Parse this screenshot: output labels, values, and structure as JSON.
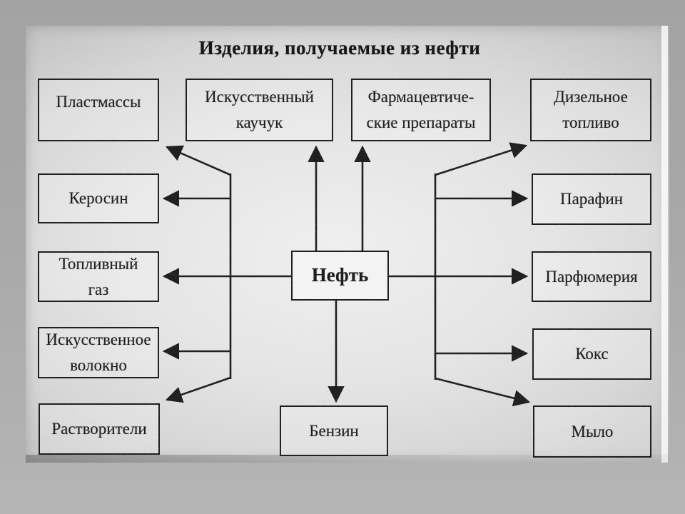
{
  "slide": {
    "title": "Изделия, получаемые из нефти"
  },
  "nodes": {
    "oil": {
      "label": "Нефть"
    },
    "plastics": {
      "label": "Пластмассы"
    },
    "kerosene": {
      "label": "Керосин"
    },
    "fuel-gas": {
      "line1": "Топливный",
      "line2": "газ"
    },
    "fiber": {
      "line1": "Искусственное",
      "line2": "волокно"
    },
    "solvents": {
      "label": "Растворители"
    },
    "rubber": {
      "line1": "Искусственный",
      "line2": "каучук"
    },
    "pharma": {
      "line1": "Фармацевтиче-",
      "line2": "ские препараты"
    },
    "diesel": {
      "line1": "Дизельное",
      "line2": "топливо"
    },
    "paraffin": {
      "label": "Парафин"
    },
    "perfume": {
      "label": "Парфюмерия"
    },
    "coke": {
      "label": "Кокс"
    },
    "soap": {
      "label": "Мыло"
    },
    "gasoline": {
      "label": "Бензин"
    }
  },
  "edges": [
    {
      "from": "oil",
      "to": "plastics"
    },
    {
      "from": "oil",
      "to": "kerosene"
    },
    {
      "from": "oil",
      "to": "fuel-gas"
    },
    {
      "from": "oil",
      "to": "fiber"
    },
    {
      "from": "oil",
      "to": "solvents"
    },
    {
      "from": "oil",
      "to": "rubber"
    },
    {
      "from": "oil",
      "to": "pharma"
    },
    {
      "from": "oil",
      "to": "diesel"
    },
    {
      "from": "oil",
      "to": "paraffin"
    },
    {
      "from": "oil",
      "to": "perfume"
    },
    {
      "from": "oil",
      "to": "coke"
    },
    {
      "from": "oil",
      "to": "soap"
    },
    {
      "from": "oil",
      "to": "gasoline"
    }
  ],
  "colors": {
    "ink": "#1d1d1d",
    "paper": "#e6e6e6",
    "slide_background": "#a8a8a8"
  }
}
